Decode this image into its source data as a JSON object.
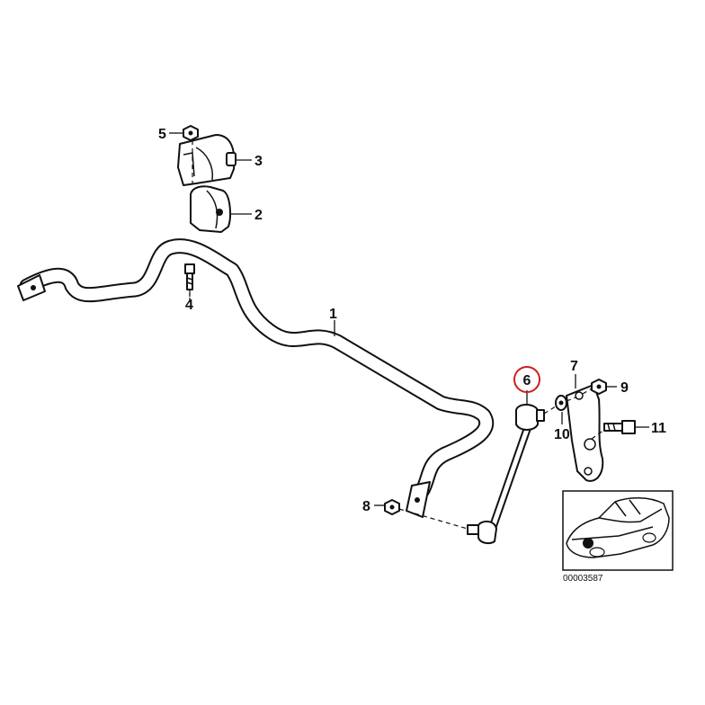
{
  "callouts": [
    {
      "id": "1",
      "text": "1"
    },
    {
      "id": "2",
      "text": "2"
    },
    {
      "id": "3",
      "text": "3"
    },
    {
      "id": "4",
      "text": "4"
    },
    {
      "id": "5",
      "text": "5"
    },
    {
      "id": "6",
      "text": "6",
      "highlighted": true
    },
    {
      "id": "7",
      "text": "7"
    },
    {
      "id": "8",
      "text": "8"
    },
    {
      "id": "9",
      "text": "9"
    },
    {
      "id": "10",
      "text": "10"
    },
    {
      "id": "11",
      "text": "11"
    }
  ],
  "inset": {
    "reference_number": "00003587"
  },
  "colors": {
    "highlight_circle": "#cc1f1f",
    "line": "#111111"
  }
}
